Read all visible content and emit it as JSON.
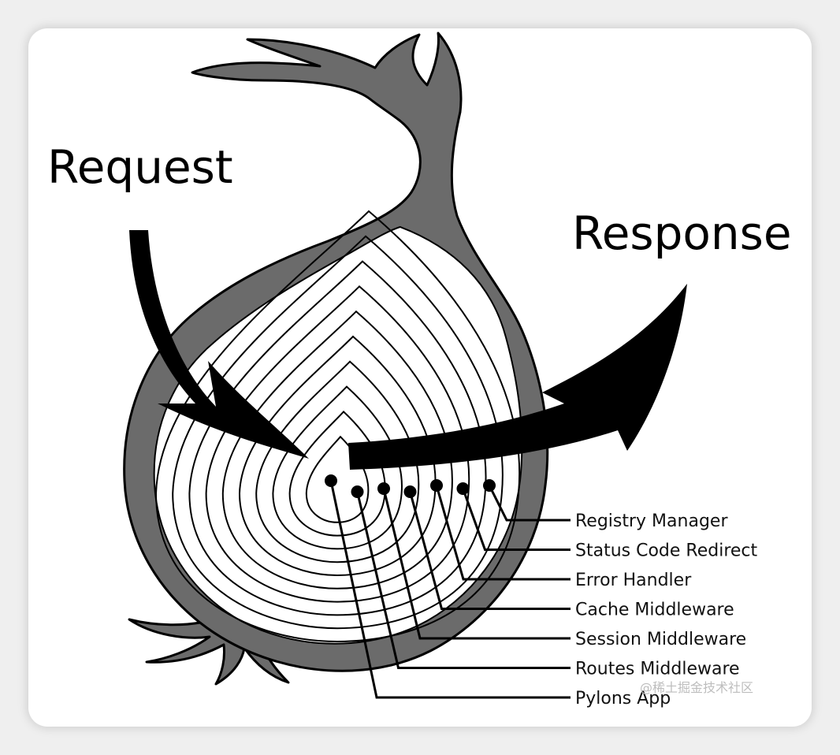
{
  "diagram": {
    "request_label": "Request",
    "response_label": "Response",
    "layers": [
      "Registry Manager",
      "Status Code Redirect",
      "Error Handler",
      "Cache Middleware",
      "Session Middleware",
      "Routes Middleware",
      "Pylons App"
    ],
    "watermark": "@稀土掘金技术社区"
  },
  "colors": {
    "onion_skin": "#6b6b6b",
    "outline": "#000000",
    "arrow": "#000000",
    "background": "#ffffff",
    "page_background": "#efefef"
  }
}
